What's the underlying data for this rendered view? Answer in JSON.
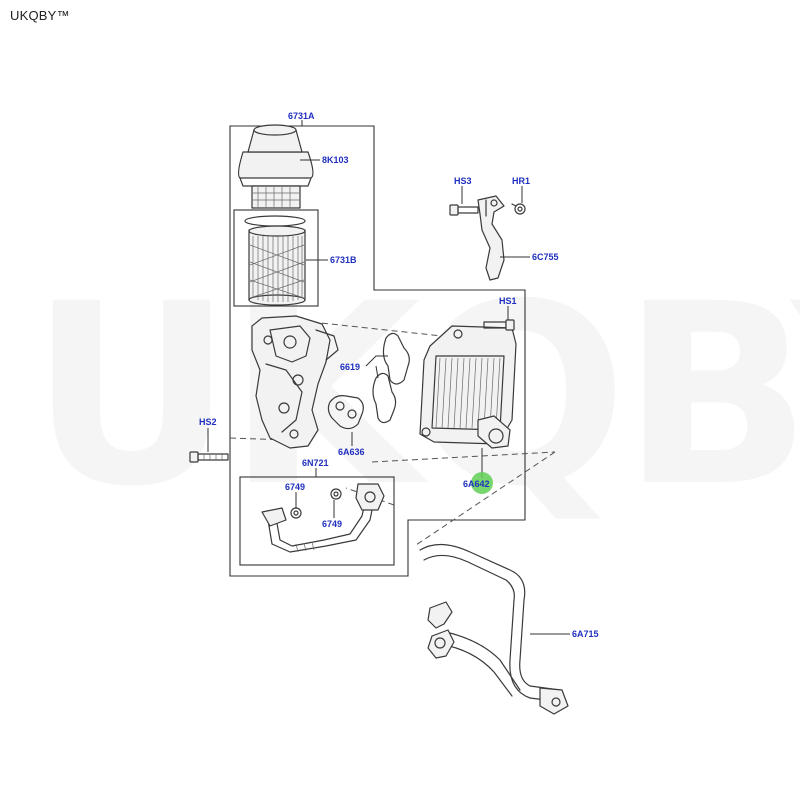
{
  "brand": {
    "text": "UKQBY™",
    "watermark": "UKQBY™"
  },
  "labels": {
    "assembly": "6731A",
    "cap": "8K103",
    "element": "6731B",
    "bracket_bolt": "HS3",
    "hose_clip": "HR1",
    "hose_upper": "6C755",
    "cooler_bolt": "HS1",
    "gasket_pair": "6619",
    "gasket_seal": "6A636",
    "housing_bolt": "HS2",
    "pipe_assy": "6N721",
    "clip_a": "6749",
    "clip_b": "6749",
    "cooler": "6A642",
    "hose_lower": "6A715"
  },
  "colors": {
    "label": "#1f2fbf",
    "highlight": "#5fcf55"
  }
}
